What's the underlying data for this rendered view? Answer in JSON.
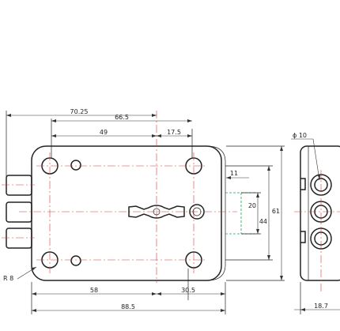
{
  "dimensions": {
    "d_70_25": "70.25",
    "d_66_5": "66.5",
    "d_49": "49",
    "d_17_5": "17.5",
    "d_11": "11",
    "d_20": "20",
    "d_44": "44",
    "d_61": "61",
    "d_58": "58",
    "d_30_5": "30.5",
    "d_88_5": "88.5",
    "d_18_7": "18.7"
  },
  "callouts": {
    "radius": "R 8",
    "diameter": "ϕ 10"
  },
  "colors": {
    "outline": "#222222",
    "centerline": "#d43b3b",
    "hidden_line": "#1aa35a"
  }
}
